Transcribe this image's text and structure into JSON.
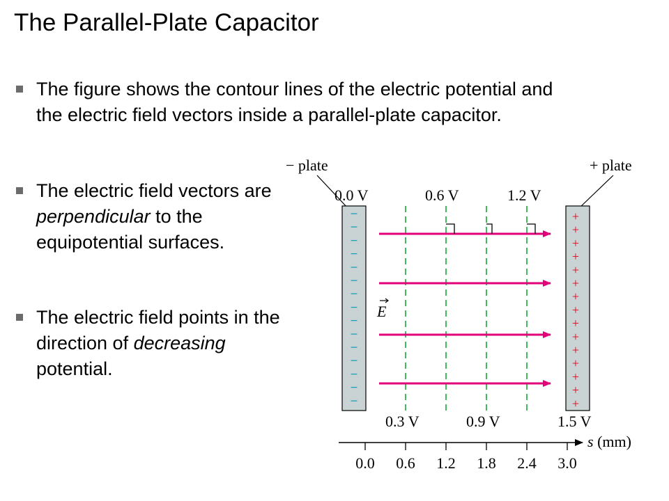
{
  "title": "The Parallel-Plate Capacitor",
  "bullets": [
    {
      "parts": [
        "The figure shows the contour lines of the electric potential and the electric field vectors inside a parallel-plate capacitor."
      ]
    },
    {
      "parts": [
        "The electric field vectors are ",
        "perpendicular",
        " to the equipotential surfaces."
      ]
    },
    {
      "parts": [
        "The electric field points in the direction of ",
        "decreasing",
        " potential."
      ]
    }
  ],
  "figure": {
    "neg_plate_label": "− plate",
    "pos_plate_label": "+ plate",
    "top_potential_labels": [
      "0.0 V",
      "0.6 V",
      "1.2 V"
    ],
    "bottom_potential_labels": [
      "0.3 V",
      "0.9 V",
      "1.5 V"
    ],
    "field_label": "E",
    "axis_label": "s (mm)",
    "axis_ticks": [
      "0.0",
      "0.6",
      "1.2",
      "1.8",
      "2.4",
      "3.0"
    ],
    "neg_sign": "−",
    "pos_sign": "+",
    "colors": {
      "plate_fill": "#c9d3d4",
      "equipotential": "#2bb34a",
      "field": "#e2007a",
      "signs_neg": "#1aa0b8",
      "signs_pos": "#e2001a"
    }
  }
}
